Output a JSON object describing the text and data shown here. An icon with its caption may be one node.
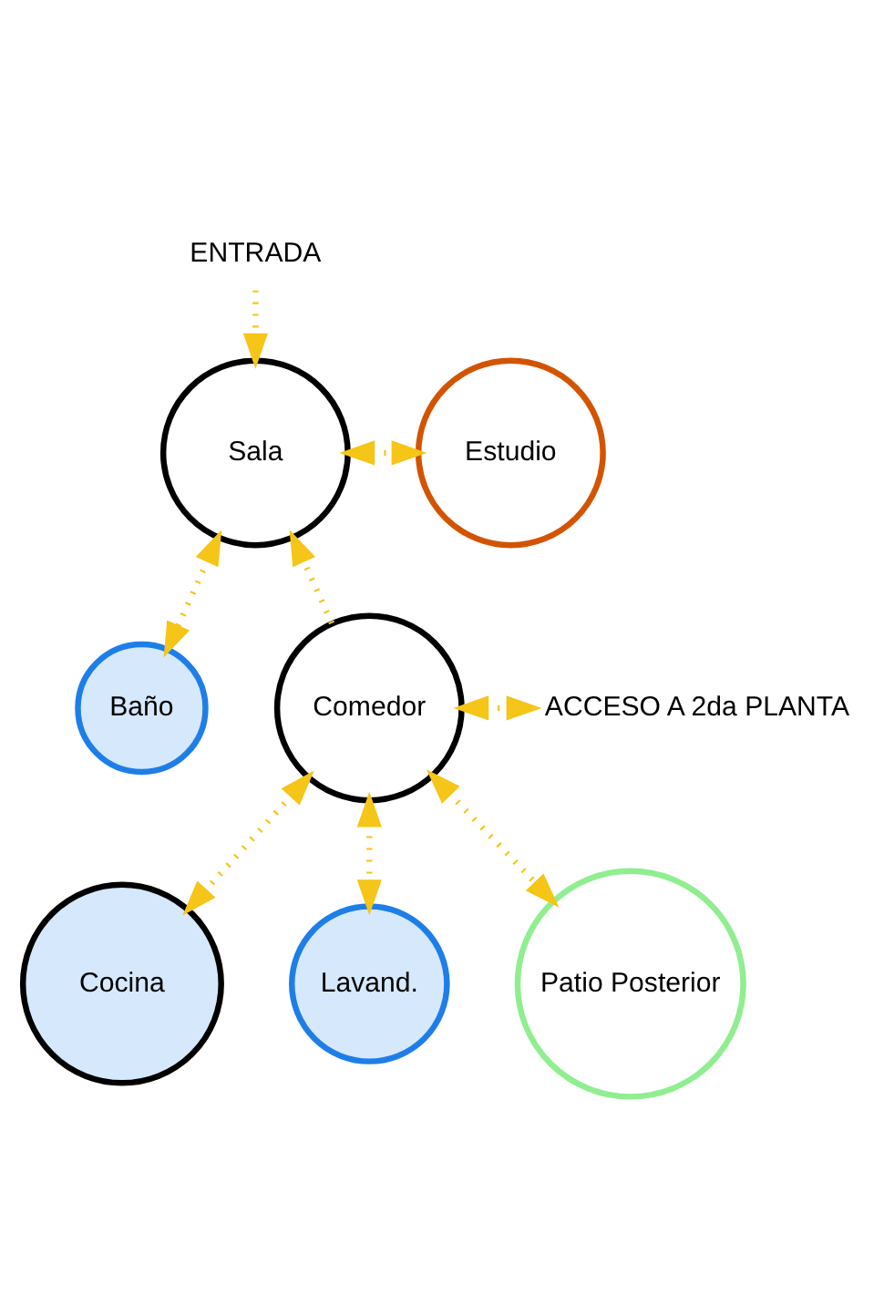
{
  "diagram": {
    "nodes": [
      {
        "text": [
          "ENTRADA"
        ]
      },
      {
        "text": [
          "Sala"
        ]
      },
      {
        "text": [
          "Estudio"
        ]
      },
      {
        "text": [
          "Comedor"
        ]
      },
      {
        "text": [
          "Baño"
        ]
      },
      {
        "text": [
          "ACCESO A 2da PLANTA"
        ]
      },
      {
        "text": [
          "Cocina"
        ]
      },
      {
        "text": [
          "Lavand."
        ]
      },
      {
        "text": [
          "Patio Posterior"
        ]
      }
    ],
    "edges": [
      {
        "from": 0,
        "to": 1,
        "arrow": "to"
      },
      {
        "from": 1,
        "to": 2,
        "arrow": "both"
      },
      {
        "from": 3,
        "to": 1,
        "arrow": "to"
      },
      {
        "from": 1,
        "to": 4,
        "arrow": "both"
      },
      {
        "from": 3,
        "to": 5,
        "arrow": "both"
      },
      {
        "from": 3,
        "to": 6,
        "arrow": "both"
      },
      {
        "from": 3,
        "to": 7,
        "arrow": "both"
      },
      {
        "from": 3,
        "to": 8,
        "arrow": "both"
      }
    ]
  }
}
